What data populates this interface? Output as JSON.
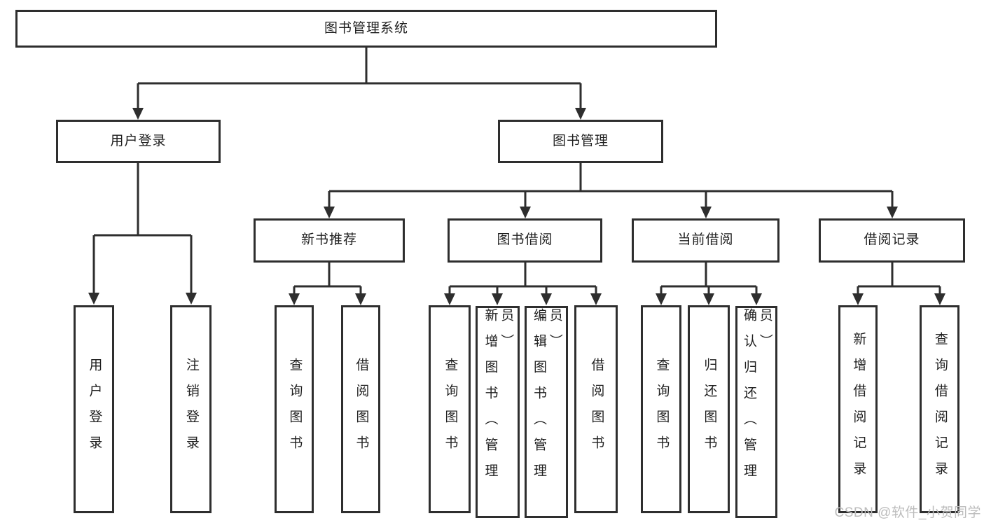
{
  "tree": {
    "label": "图书管理系统",
    "children": [
      {
        "label": "用户登录",
        "children": [
          {
            "label": "用户登录"
          },
          {
            "label": "注销登录"
          }
        ]
      },
      {
        "label": "图书管理",
        "children": [
          {
            "label": "新书推荐",
            "children": [
              {
                "label": "查询图书"
              },
              {
                "label": "借阅图书"
              }
            ]
          },
          {
            "label": "图书借阅",
            "children": [
              {
                "label": "查询图书"
              },
              {
                "label": "新增图书（管理员）"
              },
              {
                "label": "编辑图书（管理员）"
              },
              {
                "label": "借阅图书"
              }
            ]
          },
          {
            "label": "当前借阅",
            "children": [
              {
                "label": "查询图书"
              },
              {
                "label": "归还图书"
              },
              {
                "label": "确认归还（管理员）"
              }
            ]
          },
          {
            "label": "借阅记录",
            "children": [
              {
                "label": "新增借阅记录"
              },
              {
                "label": "查询借阅记录"
              }
            ]
          }
        ]
      }
    ]
  },
  "watermark": {
    "text": "CSDN @软件_小贺同学"
  },
  "colors": {
    "line": "#2e2e2e",
    "box_border": "#2e2e2e",
    "text": "#1f1f1f",
    "watermark": "#bcbcbc",
    "background": "#ffffff"
  }
}
